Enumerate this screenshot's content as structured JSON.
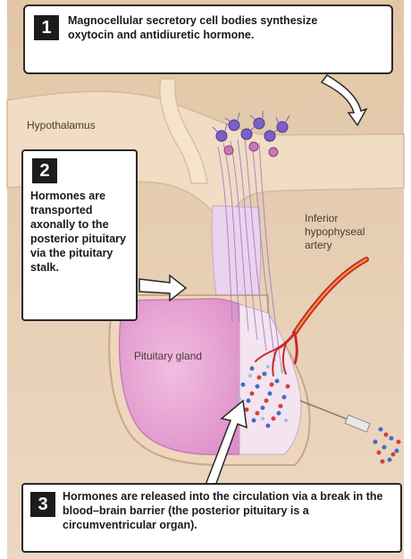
{
  "labels": {
    "hypothalamus": "Hypothalamus",
    "artery": "Inferior hypophyseal artery",
    "gland": "Pituitary gland"
  },
  "steps": [
    {
      "number": "1",
      "text": "Magnocellular secretory cell bodies synthesize oxytocin and antidiuretic hormone."
    },
    {
      "number": "2",
      "text": "Hormones are transported axonally to the posterior pituitary via the pituitary stalk."
    },
    {
      "number": "3",
      "text": "Hormones are released into the circulation via a break in the blood–brain barrier (the posterior pituitary is a circumventricular organ)."
    }
  ],
  "colors": {
    "background": "#e9d3b8",
    "tissue": "#f2dcc2",
    "gland": "#e9a8d6",
    "artery": "#cc2a2a",
    "cell_bodies": "#6f5bbf"
  }
}
